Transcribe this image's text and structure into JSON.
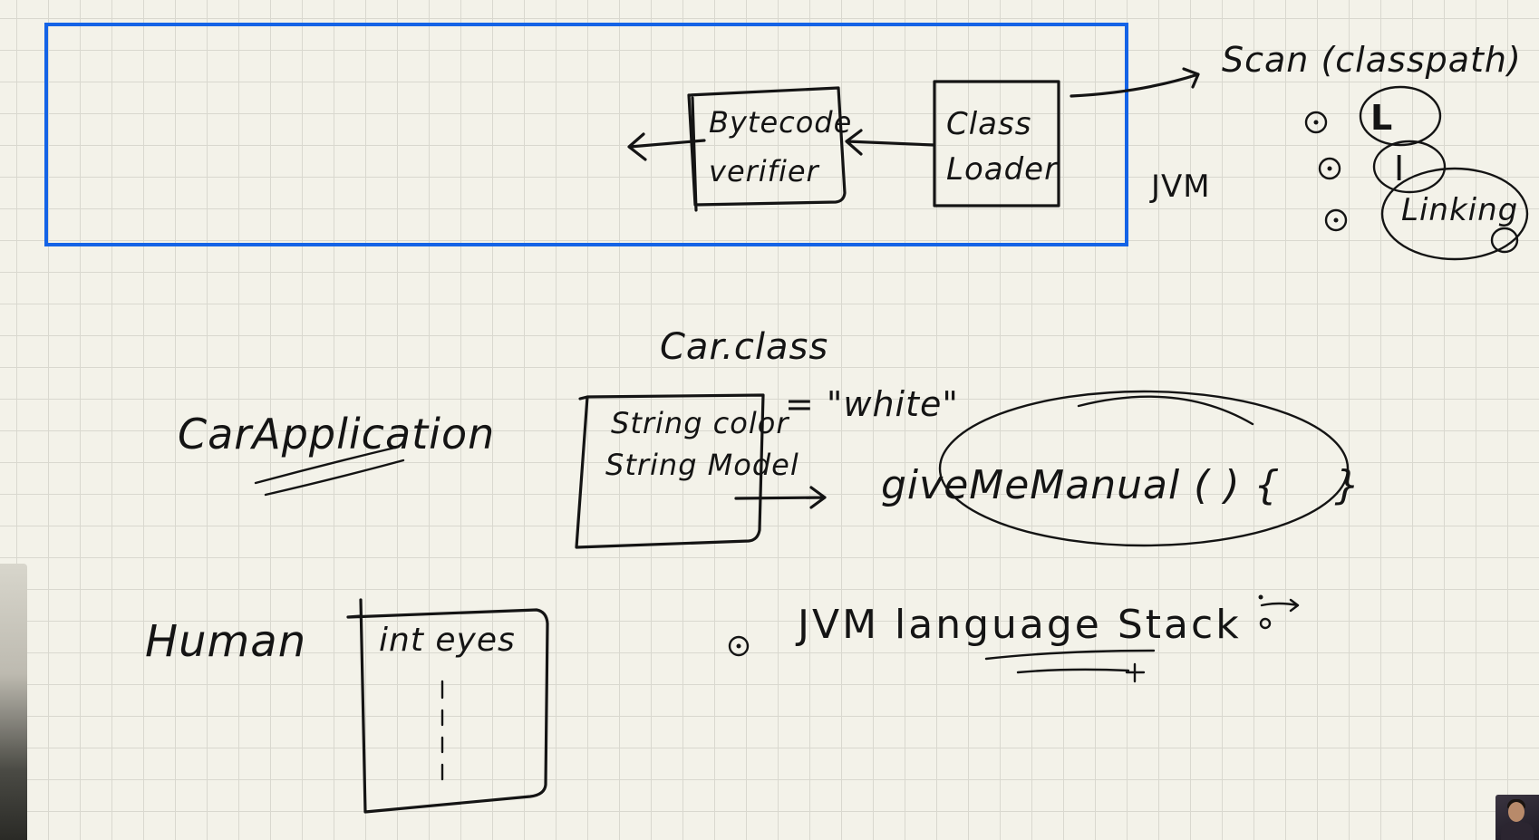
{
  "board": {
    "jvm_box": {
      "class_loader_label": "Class Loader",
      "bytecode_verifier_label": "Bytecode verifier"
    },
    "scan_label": "Scan (classpath)",
    "jvm_label": "JVM",
    "steps": [
      "L",
      "I",
      "Linking"
    ],
    "car_class_label": "Car.class",
    "car_application_label": "CarApplication",
    "car_box_fields": [
      "String color",
      "String Model"
    ],
    "assignment_label": "= \"white\"",
    "method_label": "giveMeManual ( ) {    }",
    "human_label": "Human",
    "human_box_field": "int eyes",
    "bullet_topic_label": "JVM language Stack",
    "colors": {
      "frame_blue": "#1463e6",
      "ink": "#141414",
      "paper": "#f3f2e9",
      "grid": "#d9d8cf"
    }
  }
}
